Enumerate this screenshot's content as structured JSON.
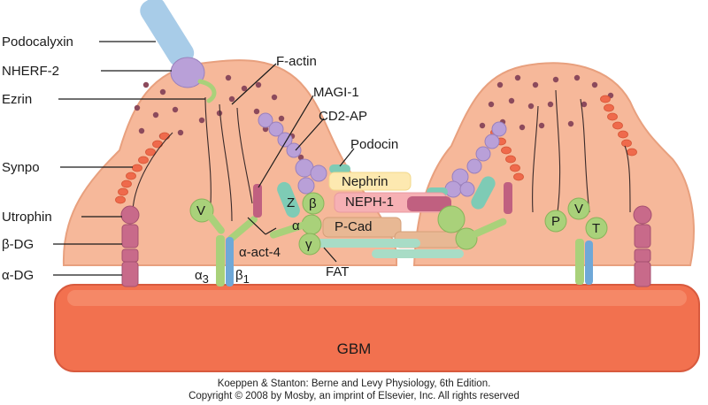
{
  "colors": {
    "cell_fill": "#f6b89a",
    "cell_stroke": "#e8a07e",
    "gbm_fill": "#f2714f",
    "dot": "#8c4a5c",
    "orange_dot": "#ef6a4c",
    "purple": "#b9a0d8",
    "green": "#a9d17a",
    "teal": "#7ecbb5",
    "mauve": "#c06080",
    "blue": "#a8cce8"
  },
  "labels": {
    "left": [
      "Podocalyxin",
      "NHERF-2",
      "Ezrin",
      "Synpo",
      "Utrophin",
      "β-DG",
      "α-DG"
    ],
    "factin": "F-actin",
    "magi": "MAGI-1",
    "cd2ap": "CD2-AP",
    "podocin": "Podocin",
    "nephrin": "Nephrin",
    "neph1": "NEPH-1",
    "pcad": "P-Cad",
    "fat": "FAT",
    "v_left": "V",
    "z": "Z",
    "beta": "β",
    "alpha": "α",
    "gamma": "γ",
    "act4": "α-act-4",
    "alpha3": "α",
    "alpha3_sub": "3",
    "beta1": "β",
    "beta1_sub": "1",
    "p": "P",
    "v_right": "V",
    "t": "T",
    "gbm": "GBM"
  },
  "credit": {
    "line1": "Koeppen & Stanton: Berne and Levy Physiology, 6th Edition.",
    "line2": "Copyright © 2008 by Mosby, an imprint of Elsevier, Inc. All rights reserved"
  }
}
